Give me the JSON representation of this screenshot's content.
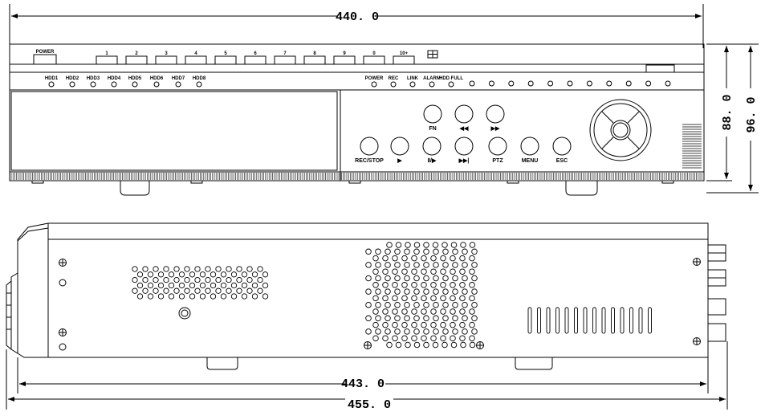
{
  "dimensions": {
    "front_width": "440. 0",
    "height_inner": "88. 0",
    "height_outer": "96. 0",
    "side_depth_inner": "443. 0",
    "side_depth_outer": "455. 0"
  },
  "front_panel": {
    "power_label": "POWER",
    "top_buttons": [
      "1",
      "2",
      "3",
      "4",
      "5",
      "6",
      "7",
      "8",
      "9",
      "0",
      "10+"
    ],
    "hdd_labels": [
      "HDD1",
      "HDD2",
      "HDD3",
      "HDD4",
      "HDD5",
      "HDD6",
      "HDD7",
      "HDD8"
    ],
    "status_labels": [
      "POWER",
      "REC",
      "LINK",
      "ALARM",
      "HDD FULL"
    ],
    "control_labels": {
      "fn": "FN",
      "rew": "◀◀",
      "ff": "▶▶",
      "rec_stop": "REC/STOP",
      "play": "▶",
      "pause": "Ⅱ/▶",
      "next": "▶▶|",
      "ptz": "PTZ",
      "menu": "MENU",
      "esc": "ESC"
    }
  }
}
